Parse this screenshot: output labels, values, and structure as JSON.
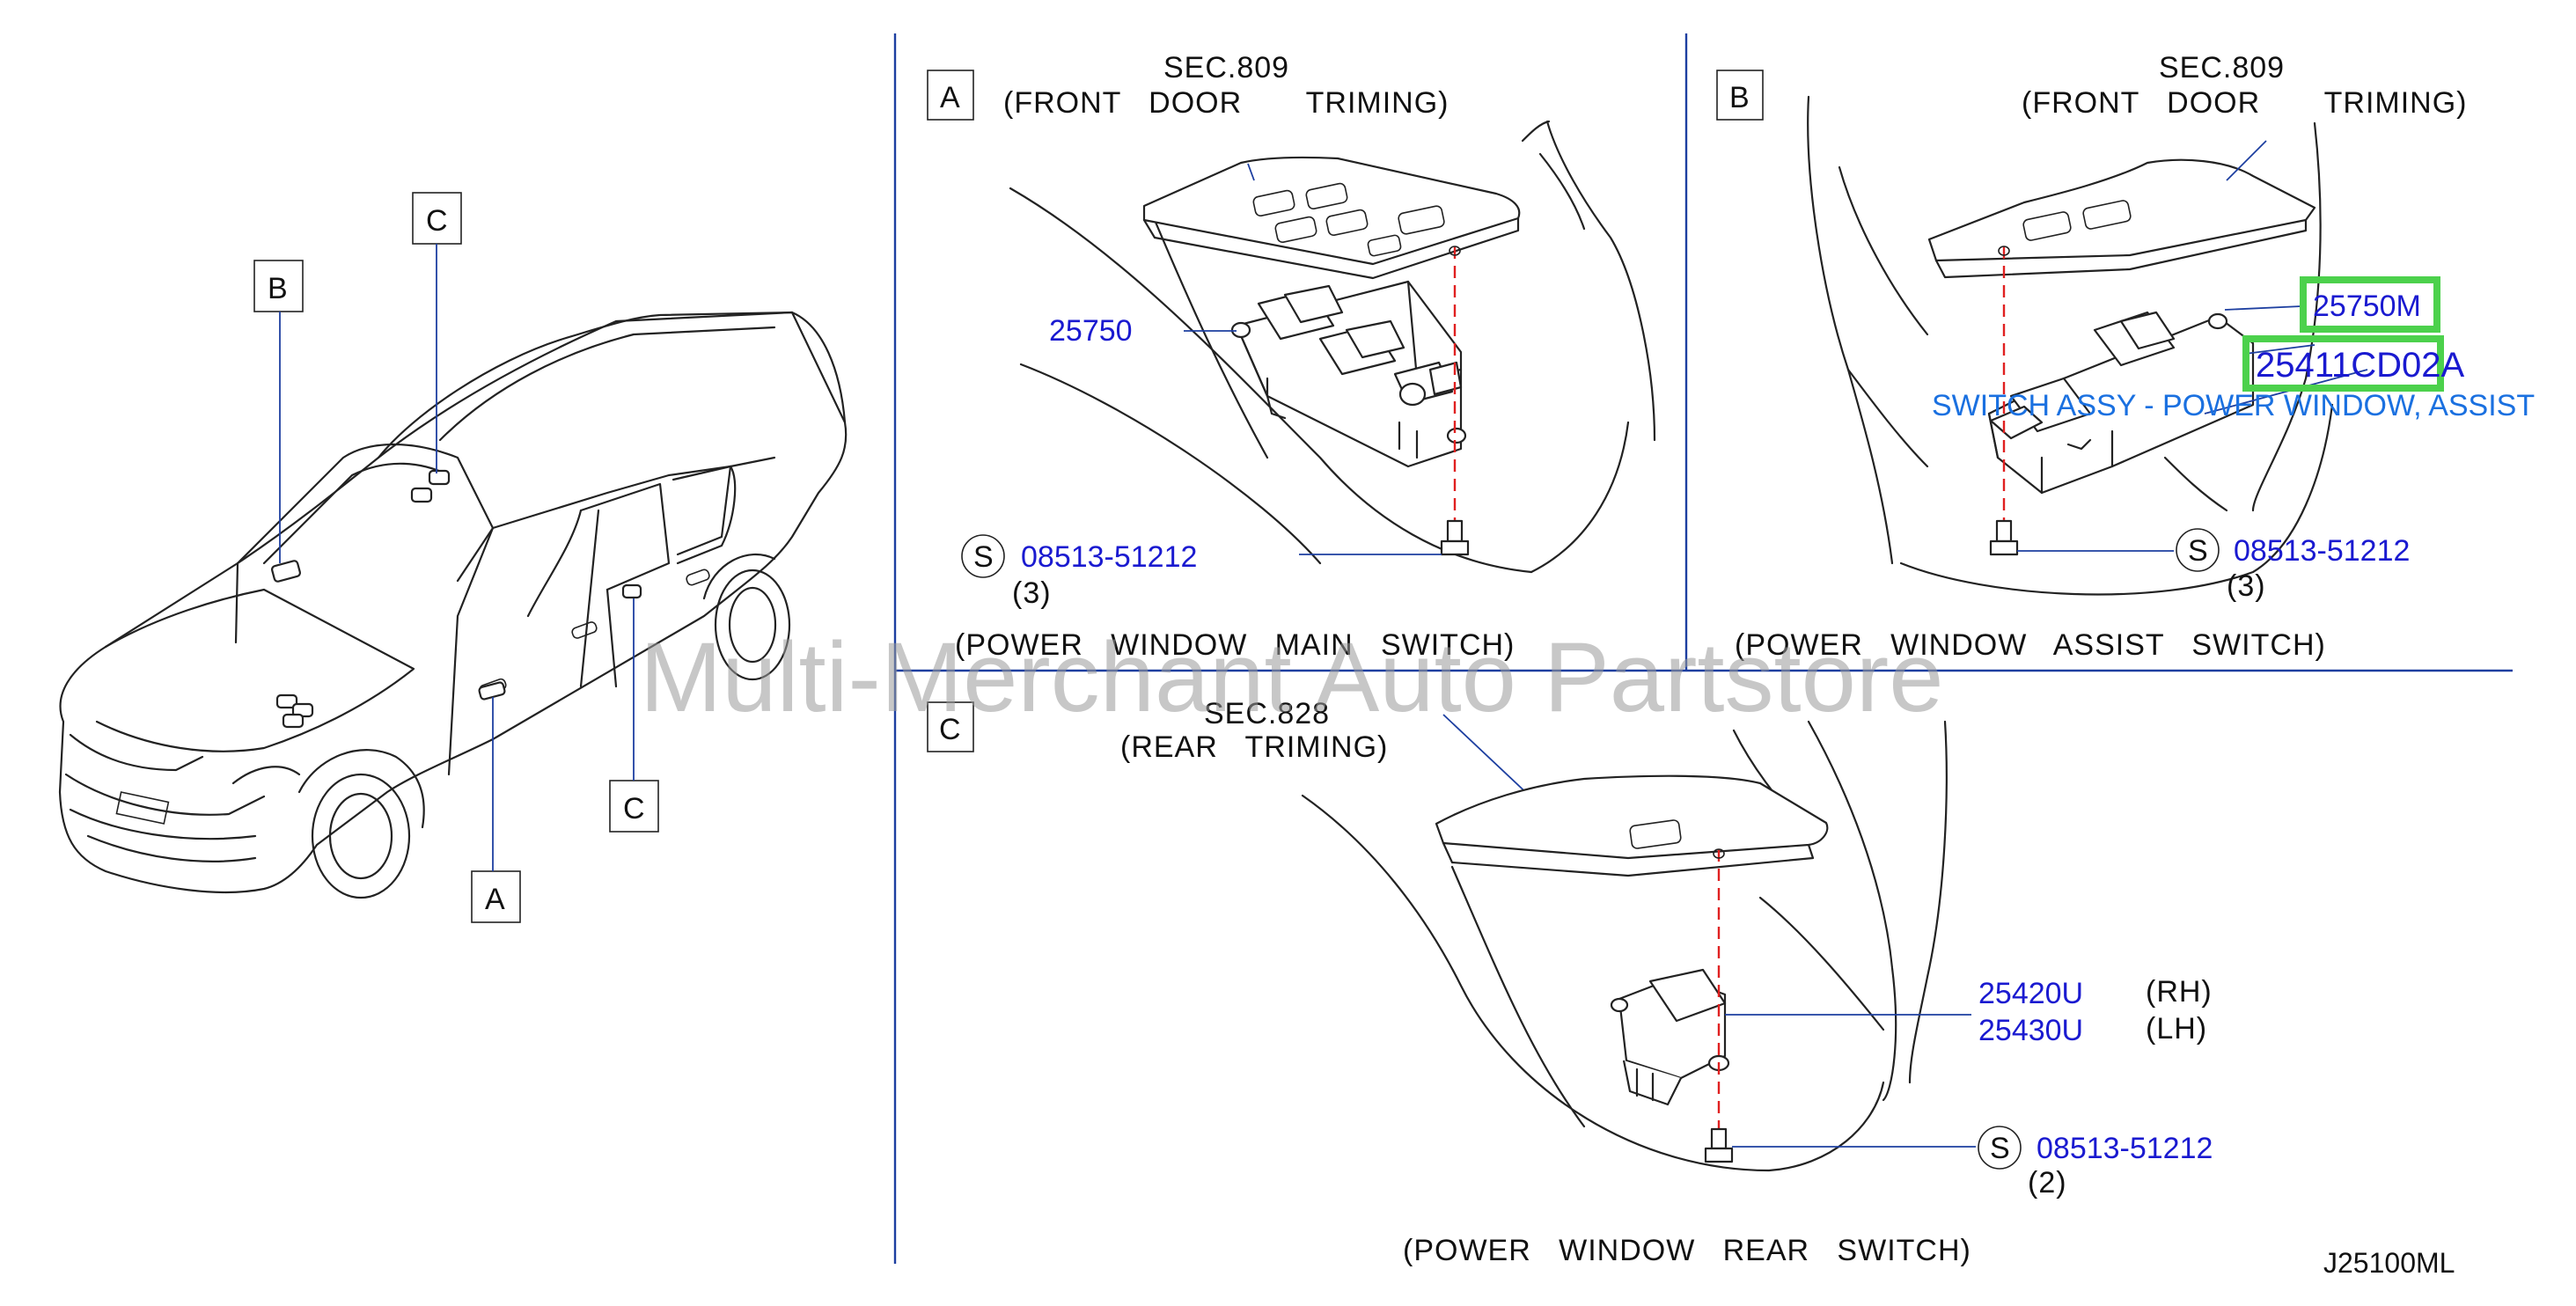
{
  "callout_boxes": {
    "car_b": "B",
    "car_c_top": "C",
    "car_c_bottom": "C",
    "car_a": "A"
  },
  "panel_a": {
    "letter": "A",
    "sec_ref": "SEC.809",
    "sec_desc": "(FRONT   DOOR       TRIMING)",
    "part_switch": "25750",
    "screw_symbol": "S",
    "part_screw": "08513-51212",
    "screw_qty": "(3)",
    "caption": "(POWER   WINDOW   MAIN   SWITCH)"
  },
  "panel_b": {
    "letter": "B",
    "sec_ref": "SEC.809",
    "sec_desc": "(FRONT   DOOR       TRIMING)",
    "part_switch": "25750M",
    "part_assy": "25411CD02A",
    "assy_desc": "SWITCH ASSY - POWER WINDOW, ASSIST",
    "screw_symbol": "S",
    "part_screw": "08513-51212",
    "screw_qty": "(3)",
    "caption": "(POWER   WINDOW   ASSIST   SWITCH)"
  },
  "panel_c": {
    "letter": "C",
    "sec_ref": "SEC.828",
    "sec_desc": "(REAR   TRIMING)",
    "part_rh": "25420U",
    "side_rh": "(RH)",
    "part_lh": "25430U",
    "side_lh": "(LH)",
    "screw_symbol": "S",
    "part_screw": "08513-51212",
    "screw_qty": "(2)",
    "caption": "(POWER   WINDOW   REAR   SWITCH)"
  },
  "watermark": "Multi-Merchant Auto Partstore",
  "drawing_code": "J25100ML",
  "colors": {
    "part_number": "#1a1ad0",
    "description": "#1a70e0",
    "highlight": "#4cd14c",
    "divider": "#1d3fa0",
    "axis": "#e02020"
  }
}
